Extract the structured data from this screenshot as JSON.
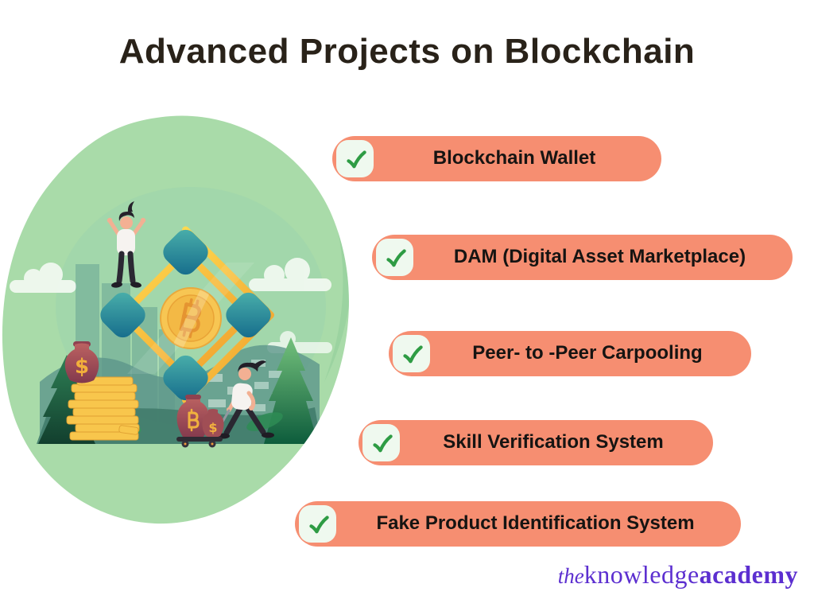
{
  "title": "Advanced Projects on Blockchain",
  "items": [
    {
      "label": "Blockchain Wallet"
    },
    {
      "label": "DAM (Digital Asset Marketplace)"
    },
    {
      "label": "Peer- to -Peer Carpooling"
    },
    {
      "label": "Skill Verification System"
    },
    {
      "label": "Fake Product Identification System"
    }
  ],
  "logo": {
    "the": "the",
    "knowledge": "knowledge",
    "academy": "academy"
  },
  "illustration": {
    "money_bag_symbol": "$",
    "cart_bag_symbol": "$",
    "coin_symbol": "bitcoin",
    "description_icons": [
      "blockchain-links",
      "bitcoin-coin",
      "coin-stack",
      "money-bag",
      "person-celebrating",
      "person-walking"
    ]
  },
  "colors": {
    "pill_bg": "#F68E71",
    "pill_text": "#161412",
    "check_bg": "#EFF9EF",
    "check_green": "#2E9C44",
    "title_text": "#292219",
    "logo_purple": "#5C2FD0",
    "blob_green": "#A9DBA9",
    "gold": "#F7C653"
  }
}
